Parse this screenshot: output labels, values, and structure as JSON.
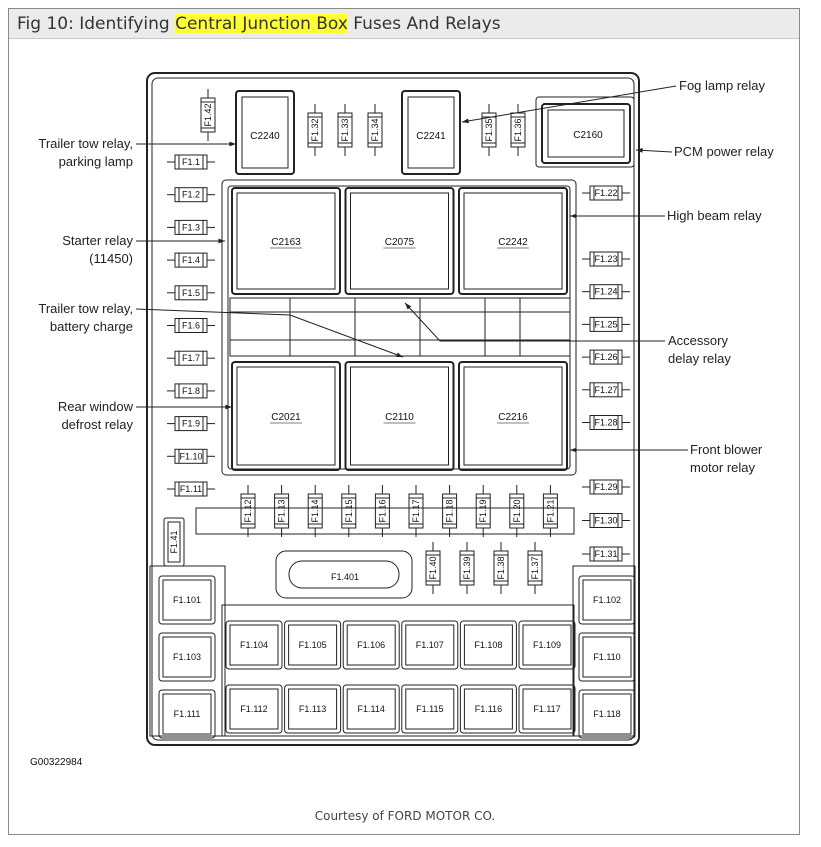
{
  "title": {
    "prefix": "Fig 10: Identifying ",
    "highlight": "Central Junction Box",
    "suffix": " Fuses And Relays"
  },
  "caption": "Courtesy of FORD MOTOR CO.",
  "figure_code": "G00322984",
  "colors": {
    "highlight": "#ffff33",
    "line": "#222222"
  },
  "labels": {
    "fog_lamp_relay": "Fog lamp relay",
    "pcm_power_relay": "PCM power relay",
    "high_beam_relay": "High beam relay",
    "accessory_delay_l1": "Accessory",
    "accessory_delay_l2": "delay relay",
    "front_blower_l1": "Front blower",
    "front_blower_l2": "motor relay",
    "trailer_park_l1": "Trailer tow relay,",
    "trailer_park_l2": "parking lamp",
    "starter_l1": "Starter relay",
    "starter_l2": "(11450)",
    "trailer_batt_l1": "Trailer tow relay,",
    "trailer_batt_l2": "battery charge",
    "rear_window_l1": "Rear window",
    "rear_window_l2": "defrost relay"
  },
  "connectors": {
    "c2240": "C2240",
    "c2241": "C2241",
    "c2160": "C2160",
    "relays_top": [
      "C2163",
      "C2075",
      "C2242"
    ],
    "relays_bottom": [
      "C2021",
      "C2110",
      "C2216"
    ]
  },
  "fuses": {
    "left": [
      "F1.1",
      "F1.2",
      "F1.3",
      "F1.4",
      "F1.5",
      "F1.6",
      "F1.7",
      "F1.8",
      "F1.9",
      "F1.10",
      "F1.11"
    ],
    "right": [
      "F1.22",
      "F1.23",
      "F1.24",
      "F1.25",
      "F1.26",
      "F1.27",
      "F1.28",
      "F1.29",
      "F1.30",
      "F1.31"
    ],
    "top": [
      "F1.32",
      "F1.33",
      "F1.34",
      "F1.35",
      "F1.36"
    ],
    "f142": "F1.42",
    "bottom_row": [
      "F1.12",
      "F1.13",
      "F1.14",
      "F1.15",
      "F1.16",
      "F1.17",
      "F1.18",
      "F1.19",
      "F1.20",
      "F1.21"
    ],
    "f141": "F1.41",
    "f1401": "F1.401",
    "vertical_small": [
      "F1.40",
      "F1.39",
      "F1.38",
      "F1.37"
    ]
  },
  "maxi_fuses": {
    "left": [
      "F1.101",
      "F1.103",
      "F1.111"
    ],
    "right": [
      "F1.102",
      "F1.110",
      "F1.118"
    ],
    "middle_row1": [
      "F1.104",
      "F1.105",
      "F1.106",
      "F1.107",
      "F1.108",
      "F1.109"
    ],
    "middle_row2": [
      "F1.112",
      "F1.113",
      "F1.114",
      "F1.115",
      "F1.116",
      "F1.117"
    ]
  }
}
